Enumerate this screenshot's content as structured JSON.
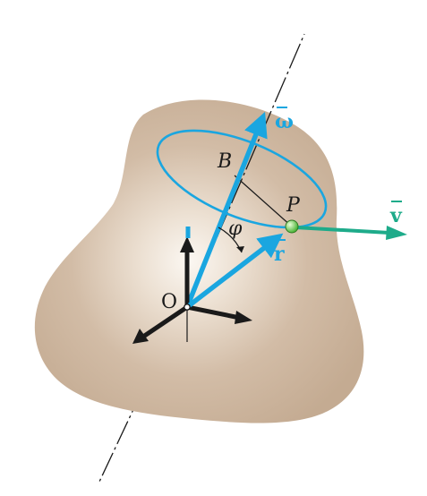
{
  "labels": {
    "omega": "ω",
    "B": "B",
    "P": "P",
    "phi": "φ",
    "r": "r",
    "O": "O",
    "v": "v"
  },
  "colors": {
    "body": "#c9b29b",
    "body_highlight": "#f7f1ea",
    "blue": "#1aa6e0",
    "teal": "#1eab8a",
    "dark": "#1a1a1a",
    "point": "#66d24a"
  }
}
